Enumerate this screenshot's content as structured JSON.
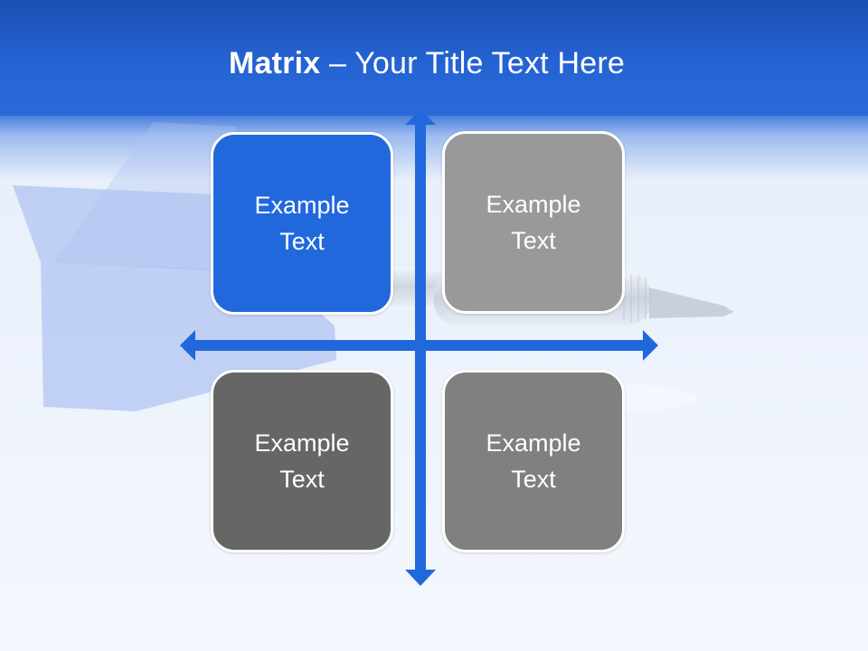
{
  "slide": {
    "title_bold": "Matrix",
    "title_rest": " – Your Title Text Here"
  },
  "matrix": {
    "cells": [
      {
        "text": "Example Text",
        "color": "#2268dd"
      },
      {
        "text": "Example Text",
        "color": "#999999"
      },
      {
        "text": "Example Text",
        "color": "#666666"
      },
      {
        "text": "Example Text",
        "color": "#808080"
      }
    ],
    "axis_color": "#2268dd"
  },
  "background": {
    "header_color": "#1e5bc6",
    "decoration": "dart-graphic"
  }
}
